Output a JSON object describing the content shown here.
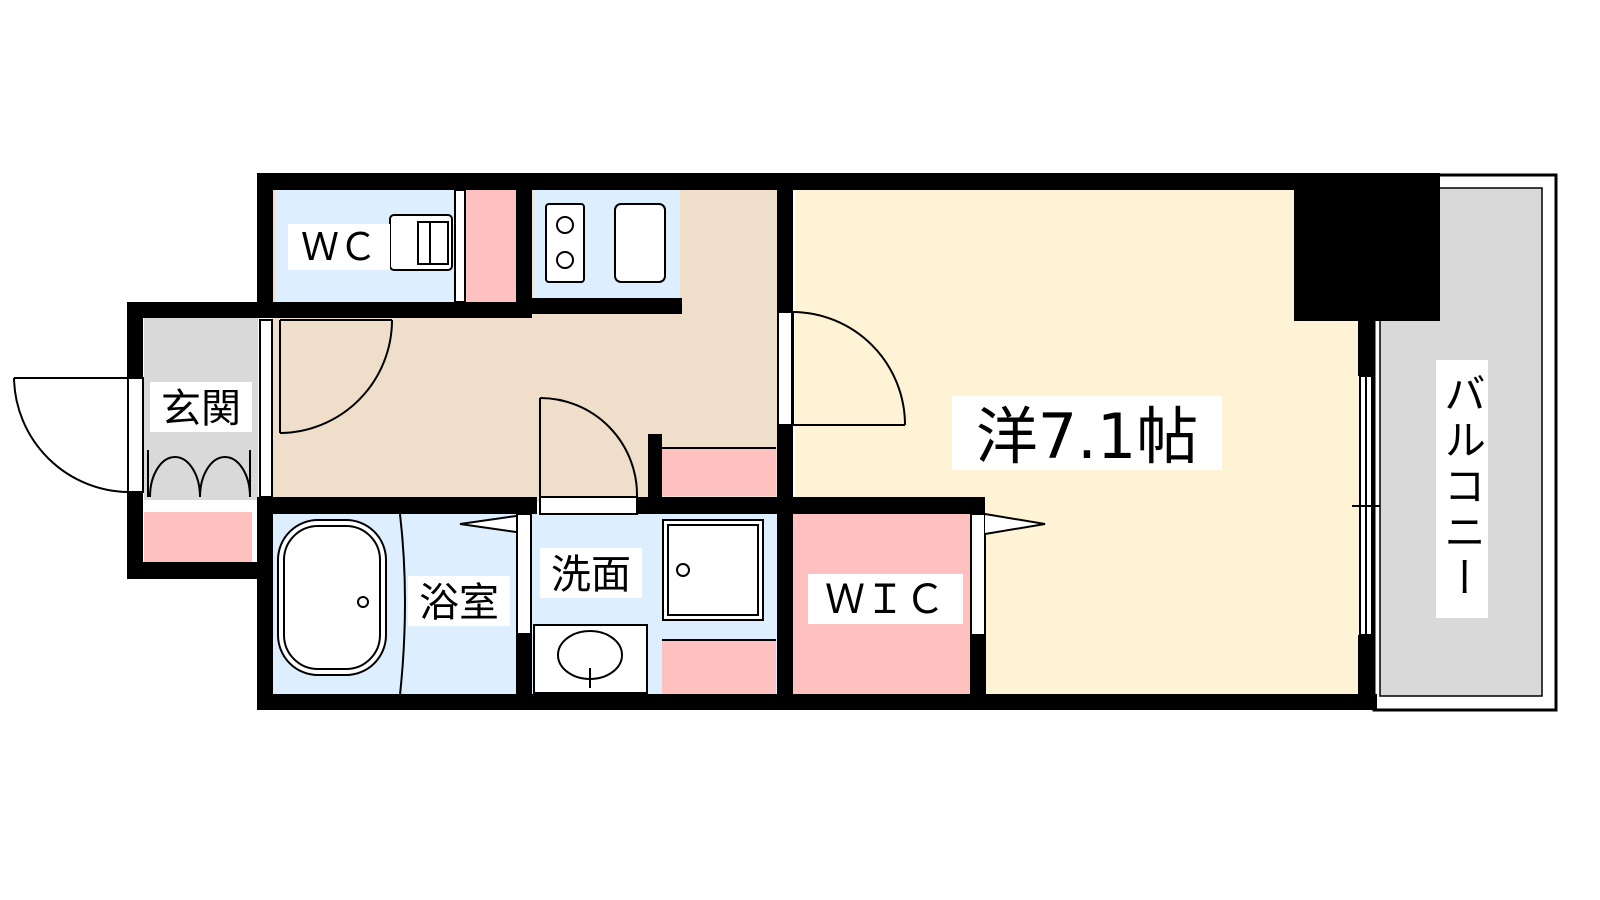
{
  "rooms": {
    "wc": "ＷＣ",
    "genkan": "玄関",
    "bath": "浴室",
    "washroom": "洗面",
    "wic": "ＷＩＣ",
    "western": "洋7.1帖",
    "balcony": "バルコニー"
  },
  "colors": {
    "wall": "#000000",
    "wet_area": "#ddeeff",
    "storage": "#ffc0c0",
    "hallway": "#efdfca",
    "living": "#fff3d6",
    "entrance": "#d9d9d9",
    "balcony": "#d9d9d9"
  }
}
